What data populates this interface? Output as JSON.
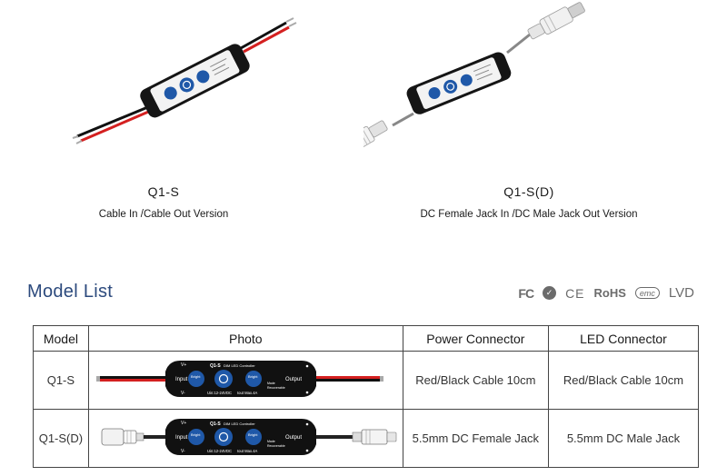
{
  "products": [
    {
      "name": "Q1-S",
      "caption": "Cable In /Cable Out Version"
    },
    {
      "name": "Q1-S(D)",
      "caption": "DC Female Jack In /DC Male Jack Out Version"
    }
  ],
  "section_title": "Model List",
  "certifications": [
    {
      "label": "FC",
      "icon": "fc-mark"
    },
    {
      "label": "✓",
      "icon": "check-circle-mark"
    },
    {
      "label": "CE",
      "icon": "ce-mark"
    },
    {
      "label": "RoHS",
      "icon": "rohs-mark"
    },
    {
      "label": "emc",
      "icon": "emc-mark"
    },
    {
      "label": "LVD",
      "icon": "lvd-mark"
    }
  ],
  "table": {
    "headers": [
      "Model",
      "Photo",
      "Power Connector",
      "LED Connector"
    ],
    "rows": [
      {
        "model": "Q1-S",
        "power": "Red/Black Cable 10cm",
        "led": "Red/Black Cable 10cm"
      },
      {
        "model": "Q1-S(D)",
        "power": "5.5mm DC Female Jack",
        "led": "5.5mm DC Male Jack"
      }
    ]
  },
  "device_label": {
    "title": "Q1-S",
    "subtitle": "DIM LED Controller",
    "input": "Input",
    "output": "Output",
    "vplus": "V+",
    "vminus": "V-",
    "bright_up": "Bright",
    "bright_down": "Bright",
    "uin": "Uin:12-24VDC",
    "iout": "Iout Max.4A",
    "made": "Made",
    "tag": "Recoverable"
  },
  "colors": {
    "brand_blue": "#2c4a7d",
    "button_blue": "#1f58a8",
    "cable_red": "#d42020"
  }
}
